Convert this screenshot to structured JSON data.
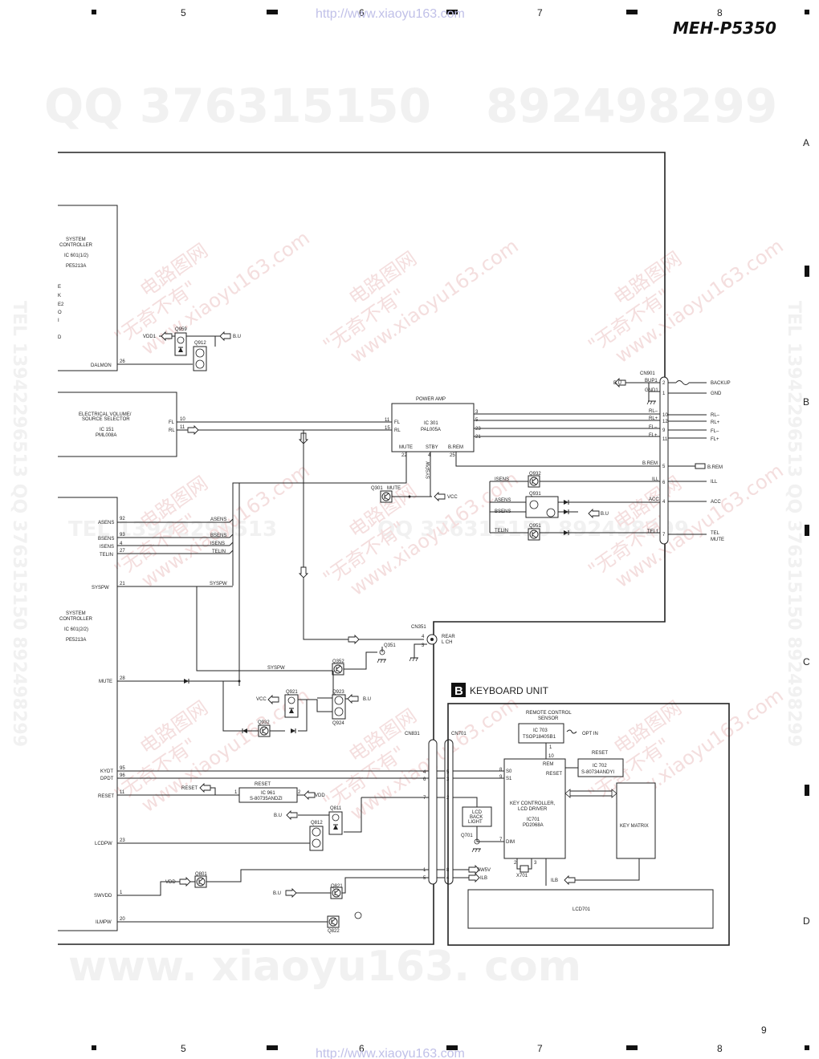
{
  "header": {
    "model": "MEH-P5350",
    "url_top": "http://www.xiaoyu163.com",
    "url_bottom": "http://www.xiaoyu163.com",
    "col_5": "5",
    "col_6": "6",
    "col_7": "7",
    "col_8": "8",
    "row_a": "A",
    "row_b": "B",
    "row_c": "C",
    "row_d": "D",
    "page_number": "9"
  },
  "watermarks": {
    "qq_left": "QQ 376315150",
    "qq_right": "892498299",
    "bottom": "www. xiaoyu163. com",
    "tel_mid": "TEL 13942296513",
    "qq_mid": "QQ 376315150  892498299",
    "side_right": "TEL 13942296513 QQ 376315150 892498299",
    "side_left": "TEL 13942296513 QQ 376315150 892498299",
    "cn_1": "\"无奇不有\"",
    "cn_2": "电路图网",
    "cn_3": "www.xiaoyu163.com"
  },
  "blocks": {
    "sysctl1": [
      "SYSTEM",
      "CONTROLLER",
      "IC 601(1/2)",
      "PE5213A"
    ],
    "sysctl1_pins": [
      "E",
      "K",
      "E2",
      "O",
      "I",
      "D"
    ],
    "evol": [
      "ELECTRICAL VOLUME/",
      "SOURCE SELECTOR",
      "IC 151",
      "PML008A"
    ],
    "poweramp_title": "POWER AMP",
    "poweramp": [
      "IC 301",
      "PAL005A"
    ],
    "poweramp_pins": {
      "fl": "FL",
      "rl": "RL",
      "mute": "MUTE",
      "stby": "STBY",
      "brem": "B.REM"
    },
    "sysctl2": [
      "SYSTEM",
      "CONTROLLER",
      "IC 601(2/2)",
      "PE5213A"
    ],
    "ic961": [
      "RESET",
      "IC 961",
      "S-80735ANDZI"
    ],
    "keyboard_letter": "B",
    "keyboard_title": "KEYBOARD UNIT",
    "rcs": [
      "REMOTE CONTROL",
      "SENSOR"
    ],
    "ic703": [
      "IC 703",
      "TSOP1840SB1"
    ],
    "opt_in": "OPT IN",
    "ic702_title": "RESET",
    "ic702": [
      "IC 702",
      "S-80734ANDYI"
    ],
    "keyctl": [
      "KEY CONTROLLER,",
      "LCD DRIVER",
      "IC701",
      "PD2068A"
    ],
    "keyctl_pins": {
      "rem": "REM",
      "reset": "RESET",
      "s0": "S0",
      "s1": "S1",
      "dim": "DIM"
    },
    "key_matrix": "KEY MATRIX",
    "lcd_backlight": [
      "LCD",
      "BACK",
      "LIGHT"
    ],
    "lcd701": "LCD701",
    "x701": "X701"
  },
  "signals": {
    "vdd1": "VDD1",
    "bu": "B.U",
    "dalmon": "DALMON",
    "fl": "FL",
    "rl": "RL",
    "asens": "ASENS",
    "bsens": "BSENS",
    "isens": "ISENS",
    "telin": "TELIN",
    "syspw": "SYSPW",
    "mute": "MUTE",
    "vcc": "VCC",
    "kydt": "KYDT",
    "dpdt": "DPDT",
    "reset": "RESET",
    "lcdpw": "LCDPW",
    "swvdd": "SWVDD",
    "ilmpw": "ILMPW",
    "vdd": "VDD",
    "sw5v": "SW5V",
    "ilb": "ILB",
    "sysspw": "SYSPW",
    "mute2": "MUTE",
    "ill": "ILL",
    "acc": "ACC",
    "tel1": "TEL1",
    "brem": "B.REM",
    "gnd1": "GND1",
    "bup1": "BUP1",
    "rl_m": "RL–",
    "rl_p": "RL+",
    "fl_m": "FL–",
    "fl_p": "FL+"
  },
  "transistors": {
    "q959": "Q959",
    "q912": "Q912",
    "q301": "Q301",
    "q932a": "Q932",
    "q931": "Q931",
    "q951": "Q951",
    "q351": "Q351",
    "q352": "Q352",
    "q921": "Q921",
    "q923": "Q923",
    "q924": "Q924",
    "q932b": "Q932",
    "q811": "Q811",
    "q812": "Q812",
    "q801": "Q801",
    "q821": "Q821",
    "q822": "Q822",
    "q701": "Q701"
  },
  "connectors": {
    "cn901": "CN901",
    "cn351": "CN351",
    "cn831": "CN831",
    "cn701": "CN701",
    "rear": [
      "REAR",
      "L CH"
    ],
    "outputs": [
      "BACKUP",
      "GND",
      "RL–",
      "RL+",
      "FL–",
      "FL+",
      "B.REM",
      "ILL",
      "ACC",
      "TEL",
      "MUTE"
    ]
  },
  "pins": {
    "p26": "26",
    "p10": "10",
    "p11": "11",
    "p92": "92",
    "p93": "93",
    "p4": "4",
    "p27": "27",
    "p21": "21",
    "p28": "28",
    "p95": "95",
    "p96": "96",
    "p23": "23",
    "p1": "1",
    "p20": "20",
    "p3": "3",
    "p5": "5",
    "p15": "15",
    "p22": "22",
    "p25": "25",
    "p2": "2",
    "p12": "12",
    "p9": "9",
    "p6": "6",
    "p7": "7",
    "p8": "8"
  }
}
